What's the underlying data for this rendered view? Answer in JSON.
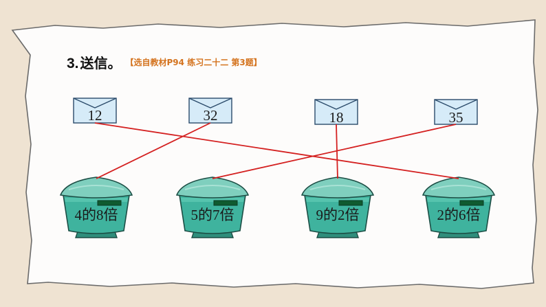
{
  "question": {
    "number": "3.",
    "title": "送信。",
    "source": "【选自教材P94  练习二十二  第3题】"
  },
  "envelopes": [
    "12",
    "32",
    "18",
    "35"
  ],
  "mailboxes": [
    "4的8倍",
    "5的7倍",
    "9的2倍",
    "2的6倍"
  ],
  "connections": [
    {
      "envelope": "12",
      "mailbox": "2的6倍"
    },
    {
      "envelope": "32",
      "mailbox": "4的8倍"
    },
    {
      "envelope": "18",
      "mailbox": "9的2倍"
    },
    {
      "envelope": "35",
      "mailbox": "5的7倍"
    }
  ],
  "colors": {
    "line": "#d42020",
    "envelope_fill": "#d6ebf8",
    "mailbox_fill": "#3fb39e",
    "accent": "#d4731e"
  }
}
